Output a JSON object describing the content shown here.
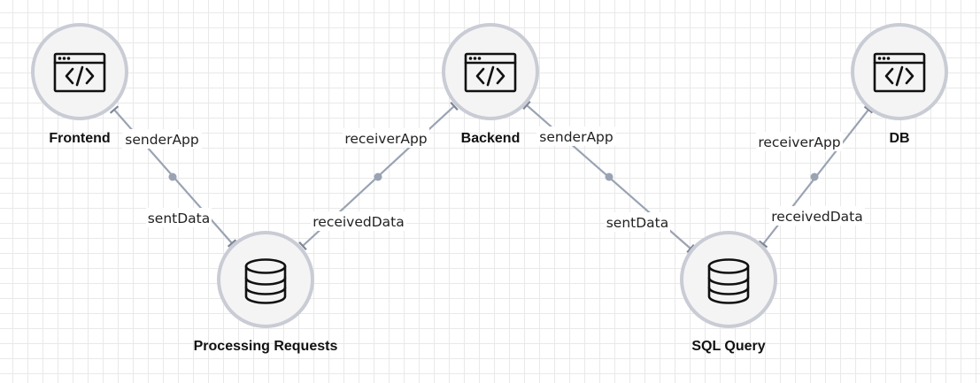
{
  "nodes": {
    "frontend": {
      "title": "Frontend",
      "icon": "app-code-icon"
    },
    "backend": {
      "title": "Backend",
      "icon": "app-code-icon"
    },
    "db": {
      "title": "DB",
      "icon": "app-code-icon"
    },
    "processing_requests": {
      "title": "Processing Requests",
      "icon": "database-icon"
    },
    "sql_query": {
      "title": "SQL Query",
      "icon": "database-icon"
    }
  },
  "edges": [
    {
      "from": "frontend",
      "to": "processing_requests",
      "source_label": "senderApp",
      "target_label": "sentData"
    },
    {
      "from": "backend",
      "to": "processing_requests",
      "source_label": "receiverApp",
      "target_label": "receivedData"
    },
    {
      "from": "backend",
      "to": "sql_query",
      "source_label": "senderApp",
      "target_label": "sentData"
    },
    {
      "from": "db",
      "to": "sql_query",
      "source_label": "receiverApp",
      "target_label": "receivedData"
    }
  ],
  "colors": {
    "edge": "#9aa3b3",
    "node_fill": "#f4f4f5",
    "node_border": "#c9ccd4",
    "icon": "#111111"
  }
}
